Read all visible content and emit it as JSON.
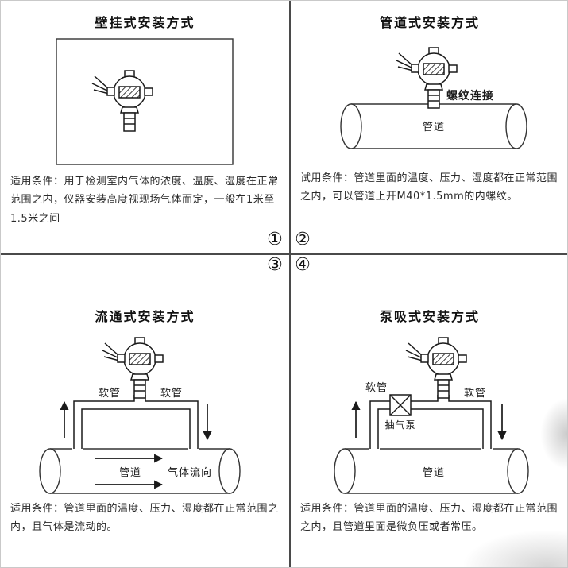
{
  "center_markers": {
    "m1": "①",
    "m2": "②",
    "m3": "③",
    "m4": "④"
  },
  "panel1": {
    "title": "壁挂式安装方式",
    "description": "适用条件：用于检测室内气体的浓度、温度、湿度在正常范围之内，仪器安装高度视现场气体而定，一般在1米至1.5米之间"
  },
  "panel2": {
    "title": "管道式安装方式",
    "labels": {
      "thread": "螺纹连接",
      "pipe": "管道"
    },
    "description": "试用条件：管道里面的温度、压力、湿度都在正常范围之内，可以管道上开M40*1.5mm的内螺纹。"
  },
  "panel3": {
    "title": "流通式安装方式",
    "labels": {
      "hose_left": "软管",
      "hose_right": "软管",
      "pipe": "管道",
      "flow": "气体流向"
    },
    "description": "适用条件：管道里面的温度、压力、湿度都在正常范围之内，且气体是流动的。"
  },
  "panel4": {
    "title": "泵吸式安装方式",
    "labels": {
      "hose_left": "软管",
      "hose_right": "软管",
      "pump": "抽气泵",
      "pipe": "管道"
    },
    "description": "适用条件：管道里面的温度、压力、湿度都在正常范围之内，且管道里面是微负压或者常压。"
  }
}
